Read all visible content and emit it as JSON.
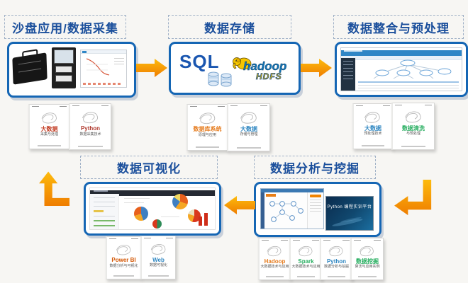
{
  "colors": {
    "bg": "#f7f6f3",
    "accent_orange": "#f59b00",
    "frame_blue": "#1566b4",
    "title_blue": "#1b4f9c",
    "sql_blue": "#1a56b0",
    "hadoop_blue": "#1273b5",
    "hdfs_yellow": "#f7c600"
  },
  "stages": {
    "collect": {
      "title": "沙盘应用/数据采集"
    },
    "storage": {
      "title": "数据存储",
      "sql_label": "SQL",
      "hadoop_label": "hadoop",
      "hdfs_label": "HDFS"
    },
    "preprocess": {
      "title": "数据整合与预处理"
    },
    "visualize": {
      "title": "数据可视化"
    },
    "analyze": {
      "title": "数据分析与挖掘",
      "python_screen_title": "Python 编程实训平台"
    }
  },
  "books": [
    {
      "title": "大数据",
      "subtitle": "采集与处理",
      "accent": "#c23b22"
    },
    {
      "title": "Python",
      "subtitle": "数据采集技术",
      "accent": "#b03a2e"
    },
    {
      "title": "数据库系统",
      "subtitle": "原理与应用",
      "accent": "#e67e22"
    },
    {
      "title": "大数据",
      "subtitle": "存储与管理",
      "accent": "#2e86c1"
    },
    {
      "title": "大数据",
      "subtitle": "预处理技术",
      "accent": "#2e86c1"
    },
    {
      "title": "数据清洗",
      "subtitle": "与预处理",
      "accent": "#27ae60"
    },
    {
      "title": "Power BI",
      "subtitle": "数据分析与可视化",
      "accent": "#d35400"
    },
    {
      "title": "Web",
      "subtitle": "数据可视化",
      "accent": "#2e86c1"
    },
    {
      "title": "Hadoop",
      "subtitle": "大数据技术与应用",
      "accent": "#e67e22"
    },
    {
      "title": "Spark",
      "subtitle": "大数据技术与应用",
      "accent": "#27ae60"
    },
    {
      "title": "Python",
      "subtitle": "数据分析与挖掘",
      "accent": "#2e86c1"
    },
    {
      "title": "数据挖掘",
      "subtitle": "算法与应用实例",
      "accent": "#27ae60"
    }
  ]
}
